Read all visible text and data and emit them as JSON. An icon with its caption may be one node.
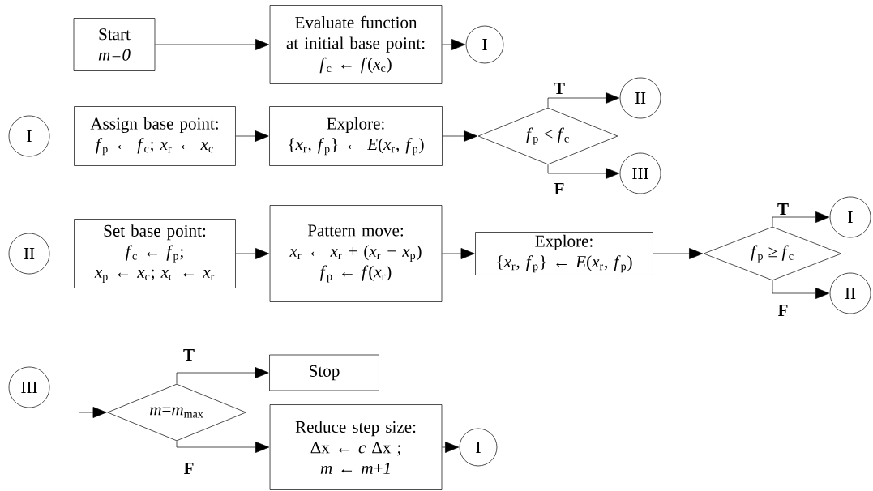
{
  "diagram": {
    "nodes": [
      {
        "text": [
          "Start",
          "*m=0*"
        ]
      },
      {
        "text": [
          "Evaluate function at initial base point:",
          "*f*$_{c}$ ← *f*(*x*$_{c}$)"
        ]
      },
      {
        "text": [
          "I"
        ]
      },
      {
        "text": [
          "I"
        ]
      },
      {
        "text": [
          "Assign base point:",
          "*f*$_{p}$ ← *f*$_{c}$; *x*$_{r}$ ← *x*$_{c}$"
        ]
      },
      {
        "text": [
          "Explore:",
          "{*x*$_{r}$, *f*$_{p}$} ← *E*(*x*$_{r}$, *f*$_{p}$)"
        ]
      },
      {
        "text": [
          "*f*$_{p}$ < *f*$_{c}$"
        ]
      },
      {
        "text": [
          "II"
        ]
      },
      {
        "text": [
          "III"
        ]
      },
      {
        "text": [
          "II"
        ]
      },
      {
        "text": [
          "Set base point:",
          "*f*$_{c}$ ← *f*$_{p}$;",
          "*x*$_{p}$ ← *x*$_{c}$; *x*$_{c}$ ← *x*$_{r}$"
        ]
      },
      {
        "text": [
          "Pattern move:",
          "*x*$_{r}$ ← *x*$_{r}$ + (*x*$_{r}$ − *x*$_{p}$)",
          "*f*$_{p}$ ← *f*(*x*$_{r}$)"
        ]
      },
      {
        "text": [
          "Explore:",
          "{*x*$_{r}$, *f*$_{p}$} ← *E*(*x*$_{r}$, *f*$_{p}$)"
        ]
      },
      {
        "text": [
          "*f*$_{p}$ ≥ *f*$_{c}$"
        ]
      },
      {
        "text": [
          "I"
        ]
      },
      {
        "text": [
          "II"
        ]
      },
      {
        "text": [
          "III"
        ]
      },
      {
        "text": [
          "*m*=*m*$_{max}$"
        ]
      },
      {
        "text": [
          "Stop"
        ]
      },
      {
        "text": [
          "Reduce step size:",
          "Δx ← *c* Δx ;",
          "*m* ← *m*+*1*"
        ]
      },
      {
        "text": [
          "I"
        ]
      }
    ],
    "edges": [
      {
        "from": 0,
        "to": 1,
        "arrow": "to"
      },
      {
        "from": 1,
        "to": 2,
        "arrow": "to"
      },
      {
        "from": 4,
        "to": 5,
        "arrow": "to"
      },
      {
        "from": 5,
        "to": 6,
        "arrow": "to"
      },
      {
        "from": 6,
        "to": 7,
        "arrow": "to",
        "label": "T"
      },
      {
        "from": 6,
        "to": 8,
        "arrow": "to",
        "label": "F"
      },
      {
        "from": 10,
        "to": 11,
        "arrow": "to"
      },
      {
        "from": 11,
        "to": 12,
        "arrow": "to"
      },
      {
        "from": 12,
        "to": 13,
        "arrow": "to"
      },
      {
        "from": 13,
        "to": 14,
        "arrow": "to",
        "label": "T"
      },
      {
        "from": 13,
        "to": 15,
        "arrow": "to",
        "label": "F"
      },
      {
        "from": null,
        "to": 17,
        "arrow": "to"
      },
      {
        "from": 17,
        "to": 18,
        "arrow": "to",
        "label": "T"
      },
      {
        "from": 17,
        "to": 19,
        "arrow": "to",
        "label": "F"
      },
      {
        "from": 19,
        "to": 20,
        "arrow": "to"
      }
    ]
  }
}
